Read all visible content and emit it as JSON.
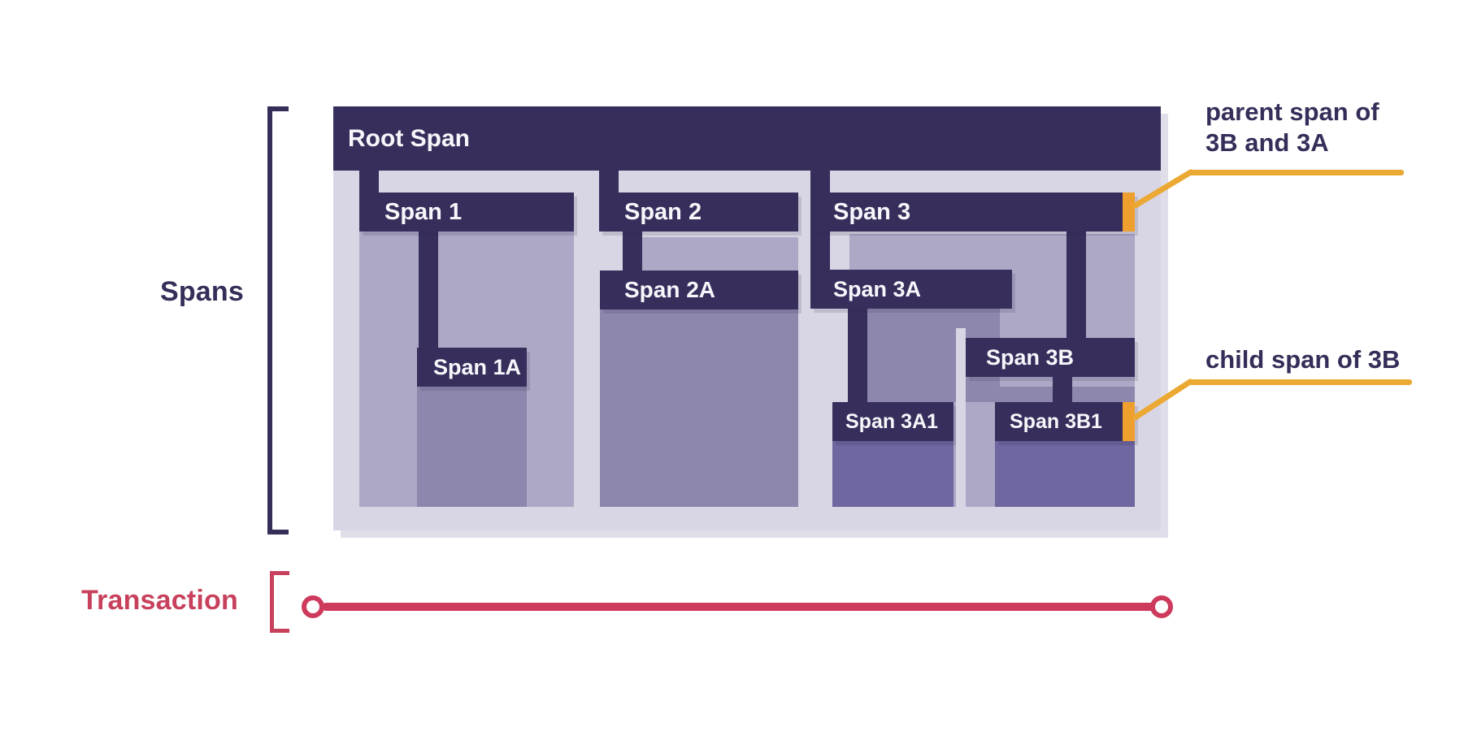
{
  "colors": {
    "dark": "#372E5C",
    "bg": "#D8D6E4",
    "fill1": "#ACA8C5",
    "fill2": "#8D87AE",
    "fill3": "#6E67A0",
    "orange": "#EF9F2E",
    "gold": "#EBA832",
    "navy": "#362D59",
    "crimson": "#C8415C",
    "red-line": "#CE3A5C"
  },
  "labels": {
    "spans": "Spans",
    "transaction": "Transaction"
  },
  "bars": {
    "root": "Root Span",
    "s1": "Span 1",
    "s1a": "Span 1A",
    "s2": "Span 2",
    "s2a": "Span 2A",
    "s3": "Span 3",
    "s3a": "Span 3A",
    "s3a1": "Span 3A1",
    "s3b": "Span 3B",
    "s3b1": "Span 3B1"
  },
  "annotations": {
    "parent": {
      "line1": "parent span of",
      "line2": "3B and 3A"
    },
    "child": {
      "line1": "child span of 3B"
    }
  }
}
